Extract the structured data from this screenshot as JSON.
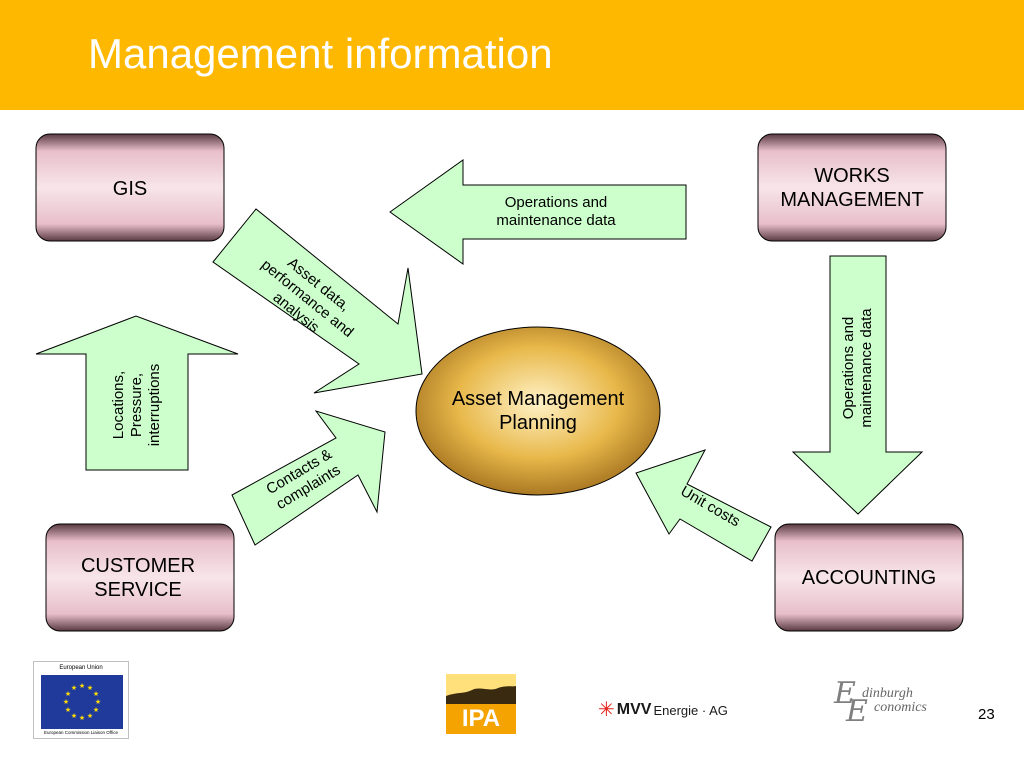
{
  "slide": {
    "title": "Management information",
    "page_number": "23"
  },
  "nodes": {
    "gis": "GIS",
    "works_management": "WORKS MANAGEMENT",
    "asset_management_planning": "Asset Management Planning",
    "customer_service": "CUSTOMER SERVICE",
    "accounting": "ACCOUNTING"
  },
  "arrows": {
    "works_to_gis": "Operations and maintenance data",
    "gis_to_amp": "Asset data, performance and analysis",
    "customer_to_gis": "Locations, Pressure, interruptions",
    "customer_to_amp": "Contacts & complaints",
    "accounting_to_amp": "Unit costs",
    "works_to_accounting": "Operations and maintenance data"
  },
  "logos": {
    "eu_top_text": "European Union",
    "eu_bottom_text": "European Commission Liaison Office",
    "ipa": "IPA",
    "mvv": "MVV",
    "mvv_sub": "Energie · AG",
    "edinburgh_line1": "dinburgh",
    "edinburgh_line2": "conomics",
    "edinburgh_letter": "E"
  },
  "colors": {
    "header": "#ffb800",
    "box_fill": "#e7b9c5",
    "arrow_fill": "#ccffcc",
    "ellipse_fill": "#e2b042"
  }
}
